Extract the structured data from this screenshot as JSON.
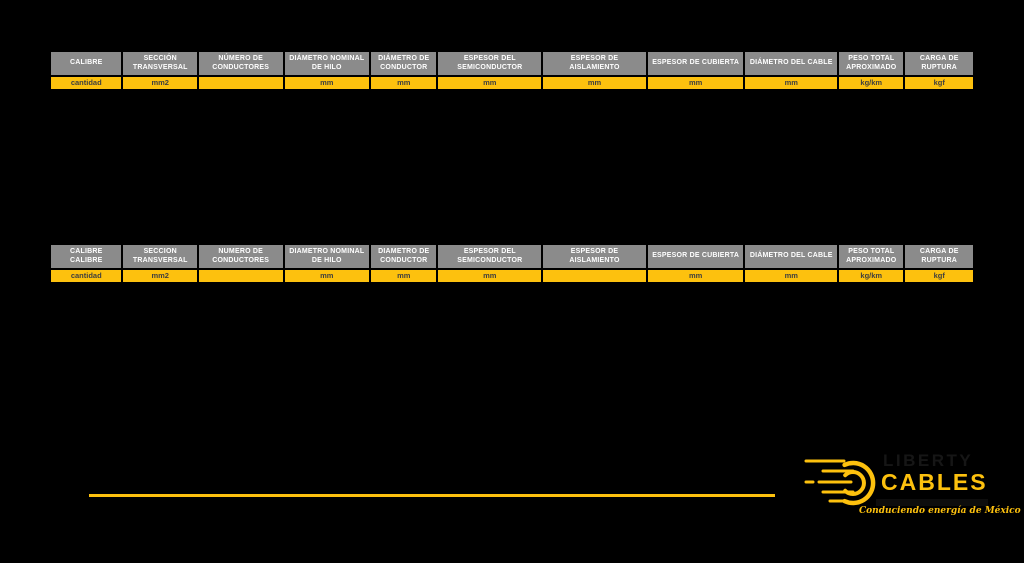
{
  "colors": {
    "background": "#000000",
    "header_gray": "#8b8b8b",
    "accent_yellow": "#fdc10e",
    "header_text": "#ffffff",
    "unit_text": "#3f3f3f"
  },
  "tables": [
    {
      "headers": [
        "CALIBRE",
        "SECCIÓN\nTRANSVERSAL",
        "NÚMERO DE\nCONDUCTORES",
        "DIÁMETRO NOMINAL\nDE HILO",
        "DIÁMETRO DE\nCONDUCTOR",
        "ESPESOR DEL\nSEMICONDUCTOR",
        "ESPESOR DE\nAISLAMIENTO",
        "ESPESOR DE CUBIERTA",
        "DIÁMETRO DEL CABLE",
        "PESO TOTAL\nAPROXIMADO",
        "CARGA DE\nRUPTURA"
      ],
      "units": [
        "cantidad",
        "mm2",
        "",
        "mm",
        "mm",
        "mm",
        "mm",
        "mm",
        "mm",
        "kg/km",
        "kgf"
      ]
    },
    {
      "headers": [
        "CALIBRE\nCALIBRE",
        "SECCION\nTRANSVERSAL",
        "NUMERO DE\nCONDUCTORES",
        "DIAMETRO NOMINAL\nDE HILO",
        "DIAMETRO DE\nCONDUCTOR",
        "ESPESOR DEL\nSEMICONDUCTOR",
        "ESPESOR DE\nAISLAMIENTO",
        "ESPESOR DE CUBIERTA",
        "DIÁMETRO DEL CABLE",
        "PESO TOTAL\nAPROXIMADO",
        "CARGA DE\nRUPTURA"
      ],
      "units": [
        "cantidad",
        "mm2",
        "",
        "mm",
        "mm",
        "mm",
        "",
        "mm",
        "mm",
        "kg/km",
        "kgf"
      ]
    }
  ],
  "logo": {
    "brand_line1": "LIBERTY",
    "brand_line2": "CABLES",
    "tagline": "Conduciendo energía de México"
  }
}
